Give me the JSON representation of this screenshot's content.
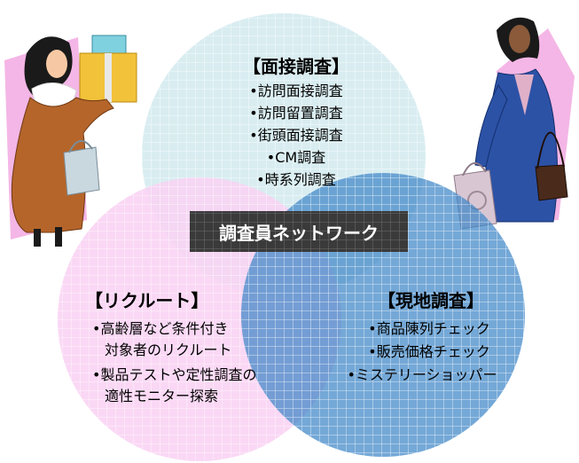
{
  "circles": {
    "interview": {
      "title": "【面接調査】",
      "items": [
        "•訪問面接調査",
        "•訪問留置調査",
        "•街頭面接調査",
        "•CM調査",
        "•時系列調査"
      ],
      "color": "#d6ecf0"
    },
    "recruit": {
      "title": "【リクルート】",
      "items": [
        "•高齢層など条件付き",
        "対象者のリクルート",
        "•製品テストや定性調査の",
        "適性モニター探索"
      ],
      "color": "#f9d1f3"
    },
    "field": {
      "title": "【現地調査】",
      "items": [
        "•商品陳列チェック",
        "•販売価格チェック",
        "•ミステリーショッパー"
      ],
      "color": "#3f86c8"
    }
  },
  "center_label": "調査員ネットワーク",
  "colors": {
    "center_box": "#3a3a3a",
    "grid_line": "#ffffff",
    "woman_left_coat": "#b5652a",
    "woman_right_suit": "#2c52a6",
    "pink_panel": "#f4b6e6"
  },
  "illustrations": {
    "left": "shopping-woman-with-gift-boxes",
    "right": "business-woman-with-shopping-bags"
  }
}
